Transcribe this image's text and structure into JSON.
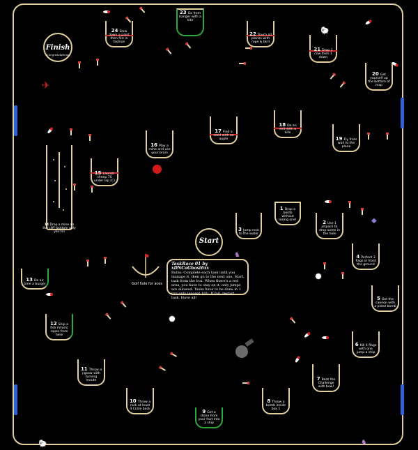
{
  "finish": {
    "title": "Finish",
    "subtitle": "Congratulations"
  },
  "start": {
    "title": "Start"
  },
  "rules": {
    "title": "TaskRace 01   by   xDNCoGhost6xx",
    "body": "Rules:  Complete each task until you manage it, then go to the next one. Start task from the box. When there's a red area, you have to stay on it, only jumps are allowed. Tasks have to be done in 1 run only (except 18!). If fail, restart task.  Have all!"
  },
  "golf_label": "Golf hole for aces",
  "tasks": [
    {
      "num": "1",
      "label": "Drop a bomb without losing one!"
    },
    {
      "num": "2",
      "label": "Use 1 jetpack to drop some in the hole"
    },
    {
      "num": "3",
      "label": "Jump rock to the water"
    },
    {
      "num": "4",
      "label": "Perfect 3 flags in front the ground"
    },
    {
      "num": "5",
      "label": "Get the cannon with a pistol bomb"
    },
    {
      "num": "6",
      "label": "Kill 4 flags with one jump a ship"
    },
    {
      "num": "7",
      "label": "Beat the Challenge with bow!"
    },
    {
      "num": "8",
      "label": "Throw a bomb inside box 1"
    },
    {
      "num": "9",
      "label": "Get a stone from your foot into a ship"
    },
    {
      "num": "10",
      "label": "Throw a rock at least 4 Crate back"
    },
    {
      "num": "11",
      "label": "Throw a jigsaw with turning mouth"
    },
    {
      "num": "12",
      "label": "Ship a fish (Vrom) ropes from here"
    },
    {
      "num": "13",
      "label": "Do air time a burger"
    },
    {
      "num": "14",
      "label": "Drop a mine on the cliff (bottom only you're)"
    },
    {
      "num": "15",
      "label": "Launch sheep 70 under lap (C)"
    },
    {
      "num": "16",
      "label": "Play a mine and use your brain"
    },
    {
      "num": "17",
      "label": "Find a seed with an apple"
    },
    {
      "num": "18",
      "label": "Do an exit with a kite"
    },
    {
      "num": "19",
      "label": "Fly from wall to the plane"
    },
    {
      "num": "20",
      "label": "Get yourself up the bottom of map"
    },
    {
      "num": "21",
      "label": "Drop 1 cow from 1 down"
    },
    {
      "num": "22",
      "label": "Touch all planes with rope & bird"
    },
    {
      "num": "23",
      "label": "Go from hanger with a kite"
    },
    {
      "num": "24",
      "label": "Slow down a paint then fire in fashion"
    }
  ],
  "colors": {
    "border": "#e2cfa0",
    "red_zone": "#d42a2a",
    "green_zone": "#2fa83a",
    "side_bar": "#2f62d6",
    "background": "#000000"
  },
  "icons": [
    "apple-icon",
    "bomb-cannon-icon",
    "soccer-ball-icon",
    "golf-flag-icon",
    "bird-icon",
    "sheep-icon",
    "worm-icon"
  ]
}
